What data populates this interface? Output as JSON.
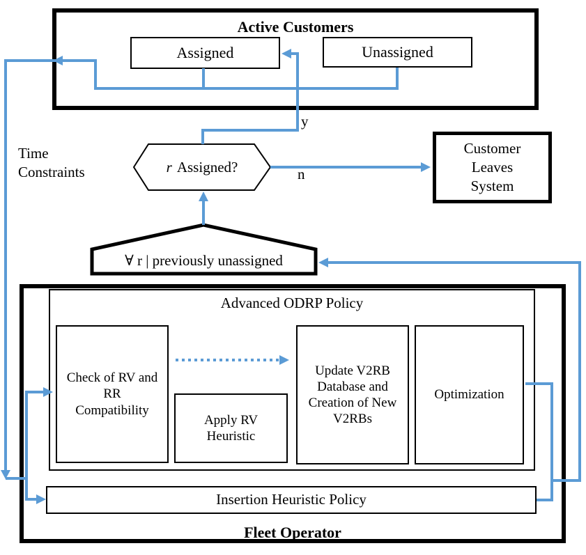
{
  "colors": {
    "accent": "#5b9bd5",
    "ink": "#000000"
  },
  "active_customers": {
    "title": "Active Customers",
    "assigned_label": "Assigned",
    "unassigned_label": "Unassigned"
  },
  "decision": {
    "r": "r",
    "question": "Assigned?",
    "yes_label": "y",
    "no_label": "n"
  },
  "customer_leaves": {
    "lines": [
      "Customer",
      "Leaves",
      "System"
    ]
  },
  "time_constraints": {
    "lines": [
      "Time",
      "Constraints"
    ]
  },
  "forall_box": {
    "label": "∀ r | previously unassigned"
  },
  "fleet_operator": {
    "title": "Fleet Operator",
    "advanced_policy": {
      "title": "Advanced ODRP Policy",
      "check": {
        "lines": [
          "Check of RV and",
          "RR",
          "Compatibility"
        ]
      },
      "apply": {
        "lines": [
          "Apply RV",
          "Heuristic"
        ]
      },
      "update": {
        "lines": [
          "Update V2RB",
          "Database and",
          "Creation of New",
          "V2RBs"
        ]
      },
      "optimization_label": "Optimization"
    },
    "insertion_policy_label": "Insertion Heuristic Policy"
  }
}
